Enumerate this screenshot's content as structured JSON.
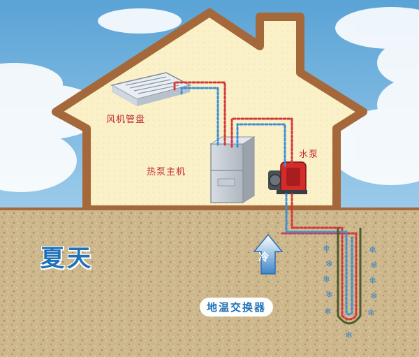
{
  "labels": {
    "fan_coil": "风机管盘",
    "heat_pump_unit": "热泵主机",
    "water_pump": "水泵",
    "season": "夏天",
    "cold": "冷",
    "ground_heat_exchanger": "地温交换器"
  },
  "icons": {
    "cold_flow": "up-arrow-icon",
    "cold_marks": "snowflake-icon"
  },
  "colors": {
    "supply_pipe": "#d23a3a",
    "return_pipe": "#3d8fd6",
    "house_wall": "#a5683a",
    "house_fill": "#fbf1c8",
    "ground": "#cfb98d",
    "sky": "#6fb2de",
    "season_text": "#1f72b8",
    "label_text": "#c0282e"
  }
}
